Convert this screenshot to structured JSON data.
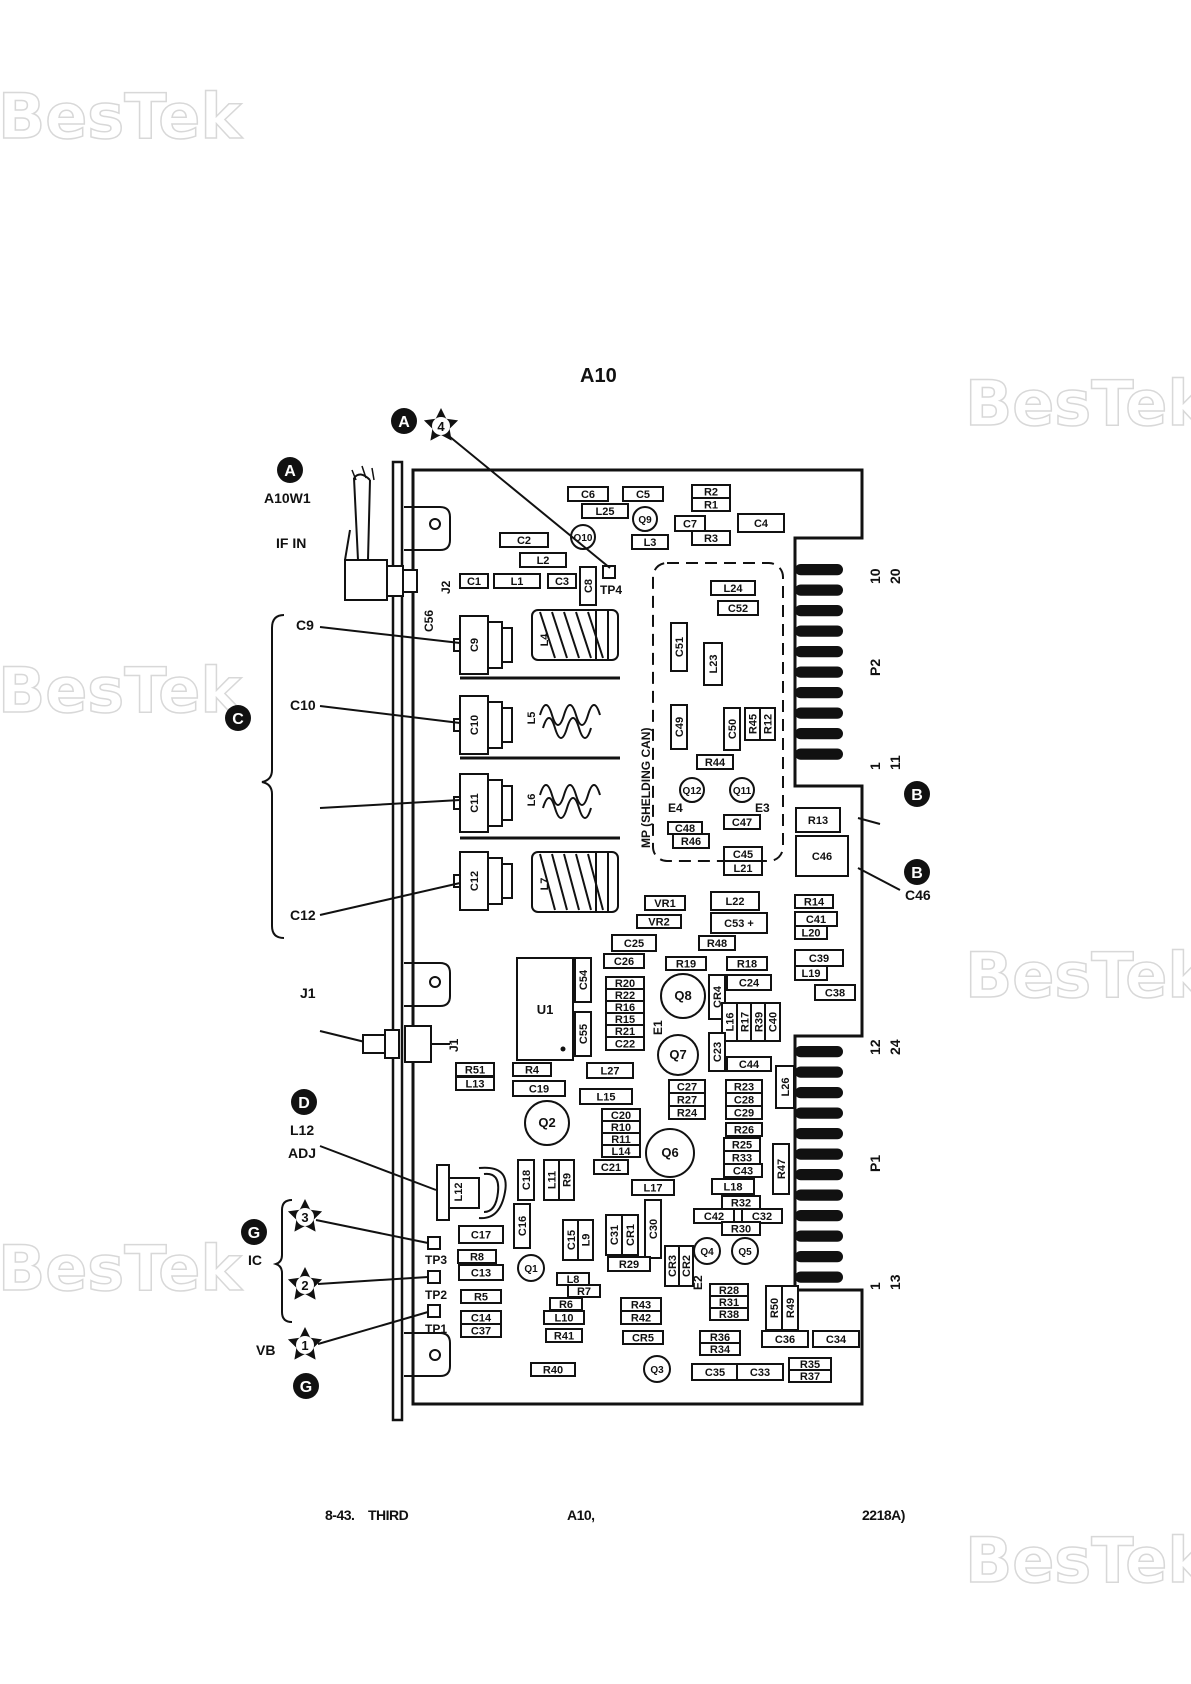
{
  "title": "A10",
  "watermark": "BesTek",
  "caption": {
    "fig": "8-43.",
    "word": "THIRD",
    "assy": "A10,",
    "model": "2218A)"
  },
  "callouts": {
    "A": "A",
    "B": "B",
    "C": "C",
    "D": "D",
    "G": "G"
  },
  "stars": {
    "s1": "1",
    "s2": "2",
    "s3": "3",
    "s4": "4"
  },
  "labels": {
    "a10w1": "A10W1",
    "if_in": "IF IN",
    "j1": "J1",
    "j1b": "J1",
    "j2": "J2",
    "l12": "L12",
    "adj": "ADJ",
    "ic": "IC",
    "vb": "VB",
    "c9": "C9",
    "c10": "C10",
    "c12": "C12",
    "c46": "C46",
    "tp1": "TP1",
    "tp2": "TP2",
    "tp3": "TP3",
    "tp4": "TP4",
    "p1": "P1",
    "p2": "P2",
    "pin10": "10",
    "pin20": "20",
    "pin1a": "1",
    "pin11": "11",
    "pin12": "12",
    "pin24": "24",
    "pin1b": "1",
    "pin13": "13",
    "shield": "MP (SHELDING CAN)",
    "e3": "E3",
    "e4": "E4",
    "e1": "E1",
    "e2": "E2"
  },
  "parts": {
    "c6": "C6",
    "c5": "C5",
    "r2": "R2",
    "r1": "R1",
    "l25": "L25",
    "q9": "Q9",
    "q10": "Q10",
    "c7": "C7",
    "c4": "C4",
    "r3": "R3",
    "c2": "C2",
    "l3": "L3",
    "l2": "L2",
    "c1": "C1",
    "l1": "L1",
    "c3": "C3",
    "c8": "C8",
    "c56": "C56",
    "l24": "L24",
    "c52": "C52",
    "c51": "C51",
    "l23": "L23",
    "c49": "C49",
    "c50": "C50",
    "r45": "R45",
    "r12": "R12",
    "r44": "R44",
    "q12": "Q12",
    "q11": "Q11",
    "c48": "C48",
    "c47": "C47",
    "r46": "R46",
    "c45": "C45",
    "l21": "L21",
    "r13": "R13",
    "c46b": "C46",
    "r14": "R14",
    "l22": "L22",
    "c53": "C53 +",
    "vr1": "VR1",
    "vr2": "VR2",
    "c41": "C41",
    "l20": "L20",
    "c25": "C25",
    "r48": "R48",
    "c39": "C39",
    "c26": "C26",
    "r19": "R19",
    "r18": "R18",
    "l19": "L19",
    "c24": "C24",
    "c38": "C38",
    "u1": "U1",
    "c54": "C54",
    "c55": "C55",
    "r20": "R20",
    "r22": "R22",
    "r16": "R16",
    "r15": "R15",
    "r21": "R21",
    "c22": "C22",
    "q8": "Q8",
    "q7": "Q7",
    "cr4": "CR4",
    "l16": "L16",
    "r17": "R17",
    "r39": "R39",
    "c40": "C40",
    "c23": "C23",
    "c44": "C44",
    "r51": "R51",
    "l13": "L13",
    "r4": "R4",
    "c19": "C19",
    "l27": "L27",
    "l15": "L15",
    "c27": "C27",
    "r27": "R27",
    "r24": "R24",
    "r23": "R23",
    "c28": "C28",
    "c29": "C29",
    "l26": "L26",
    "q2": "Q2",
    "c20": "C20",
    "r10": "R10",
    "r11": "R11",
    "l14": "L14",
    "c21": "C21",
    "q6": "Q6",
    "r26": "R26",
    "r25": "R25",
    "r33": "R33",
    "c43": "C43",
    "r47": "R47",
    "l18": "L18",
    "c18": "C18",
    "l11": "L11",
    "r9": "R9",
    "l17": "L17",
    "r32": "R32",
    "c42": "C42",
    "c32": "C32",
    "r30": "R30",
    "c16": "C16",
    "c17": "C17",
    "c15": "C15",
    "l9": "L9",
    "c31": "C31",
    "cr1": "CR1",
    "c30": "C30",
    "r8": "R8",
    "c13": "C13",
    "q1": "Q1",
    "r29": "R29",
    "cr3": "CR3",
    "cr2": "CR2",
    "q4": "Q4",
    "q5": "Q5",
    "l8": "L8",
    "r7": "R7",
    "r5": "R5",
    "r6": "R6",
    "l10": "L10",
    "r43": "R43",
    "r42": "R42",
    "r28": "R28",
    "r31": "R31",
    "r38": "R38",
    "r50": "R50",
    "r49": "R49",
    "c14": "C14",
    "c37": "C37",
    "r41": "R41",
    "cr5": "CR5",
    "r36": "R36",
    "r34": "R34",
    "c36": "C36",
    "c34": "C34",
    "r40": "R40",
    "q3": "Q3",
    "c35": "C35",
    "c33": "C33",
    "r35": "R35",
    "r37": "R37",
    "c9": "C9",
    "c10": "C10",
    "c11": "C11",
    "c12": "C12",
    "l4": "L4",
    "l5": "L5",
    "l6": "L6",
    "l7": "L7",
    "l12": "L12"
  }
}
